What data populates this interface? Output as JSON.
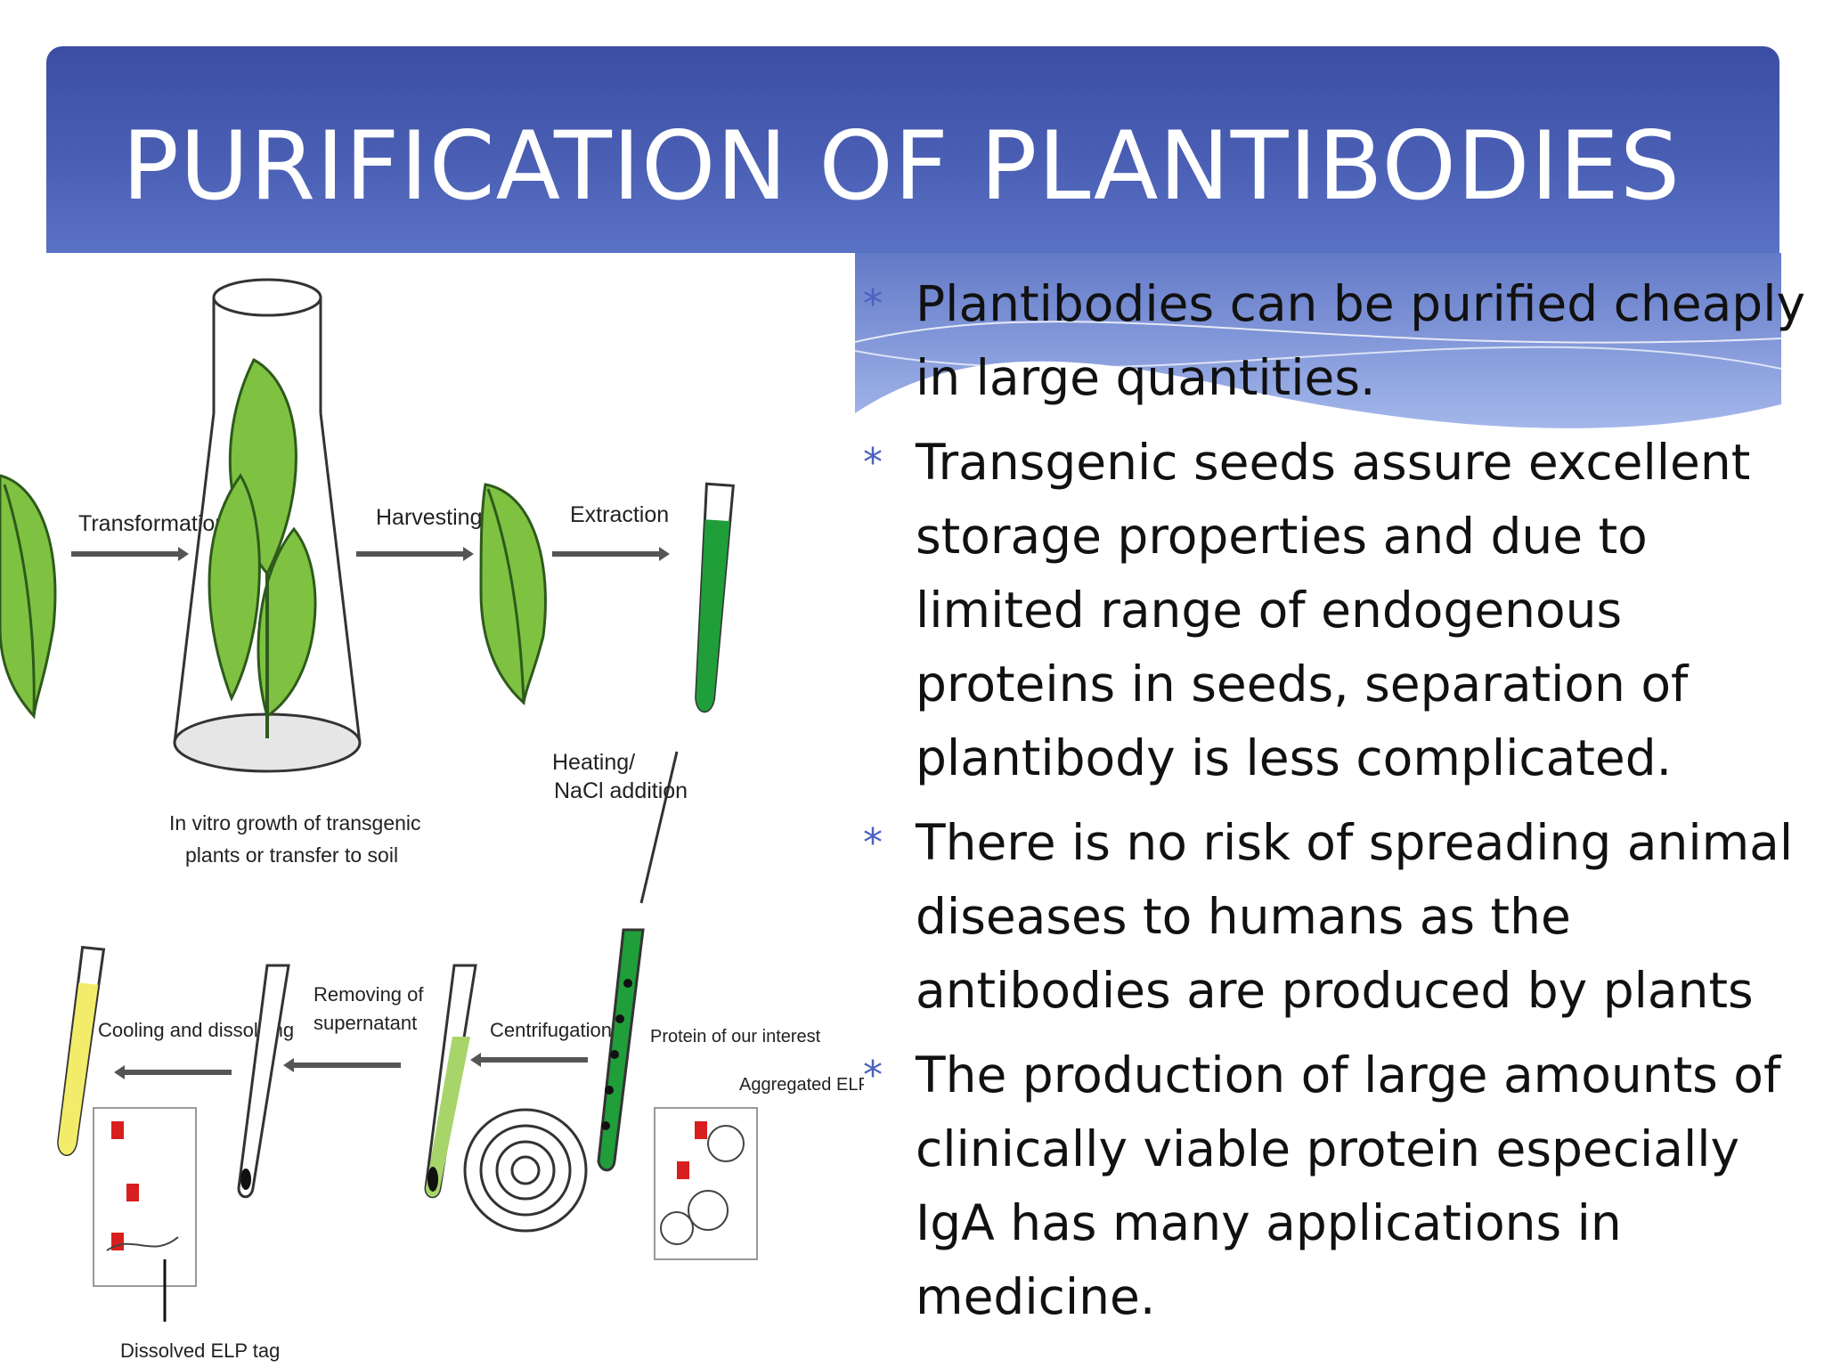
{
  "slide": {
    "title": "PURIFICATION OF PLANTIBODIES",
    "bullet_mark": "*",
    "bullets": [
      {
        "text": "Plantibodies can be purified cheaply in large quantities."
      },
      {
        "text": "Transgenic seeds assure excellent storage properties and due to limited range of endogenous proteins in seeds, separation of plantibody is less complicated."
      },
      {
        "text": "There is no risk of spreading animal diseases to humans as the antibodies are produced by plants"
      },
      {
        "text": "The production of large amounts of clinically viable protein especially IgA has many applications in medicine."
      }
    ]
  },
  "diagram": {
    "labels": {
      "transformation": "Transformation",
      "harvesting": "Harvesting",
      "extraction": "Extraction",
      "heating": "Heating/",
      "nacl": "NaCl addition",
      "invitro_1": "In vitro growth of transgenic",
      "invitro_2": "plants or transfer to soil",
      "cooling": "Cooling and dissolving",
      "removing_1": "Removing of",
      "removing_2": "supernatant",
      "centrifugation": "Centrifugation",
      "protein": "Protein of our interest",
      "aggregated": "Aggregated ELP tag",
      "dissolved": "Dissolved ELP tag"
    },
    "colors": {
      "leaf": "#7fc241",
      "leaf_vein": "#2e5a1c",
      "extract_green": "#1f9e3a",
      "light_green": "#a7d56a",
      "yellow": "#f2ec6a",
      "red_tag": "#d81e1e",
      "title_bar": "#3b4ea3"
    }
  }
}
